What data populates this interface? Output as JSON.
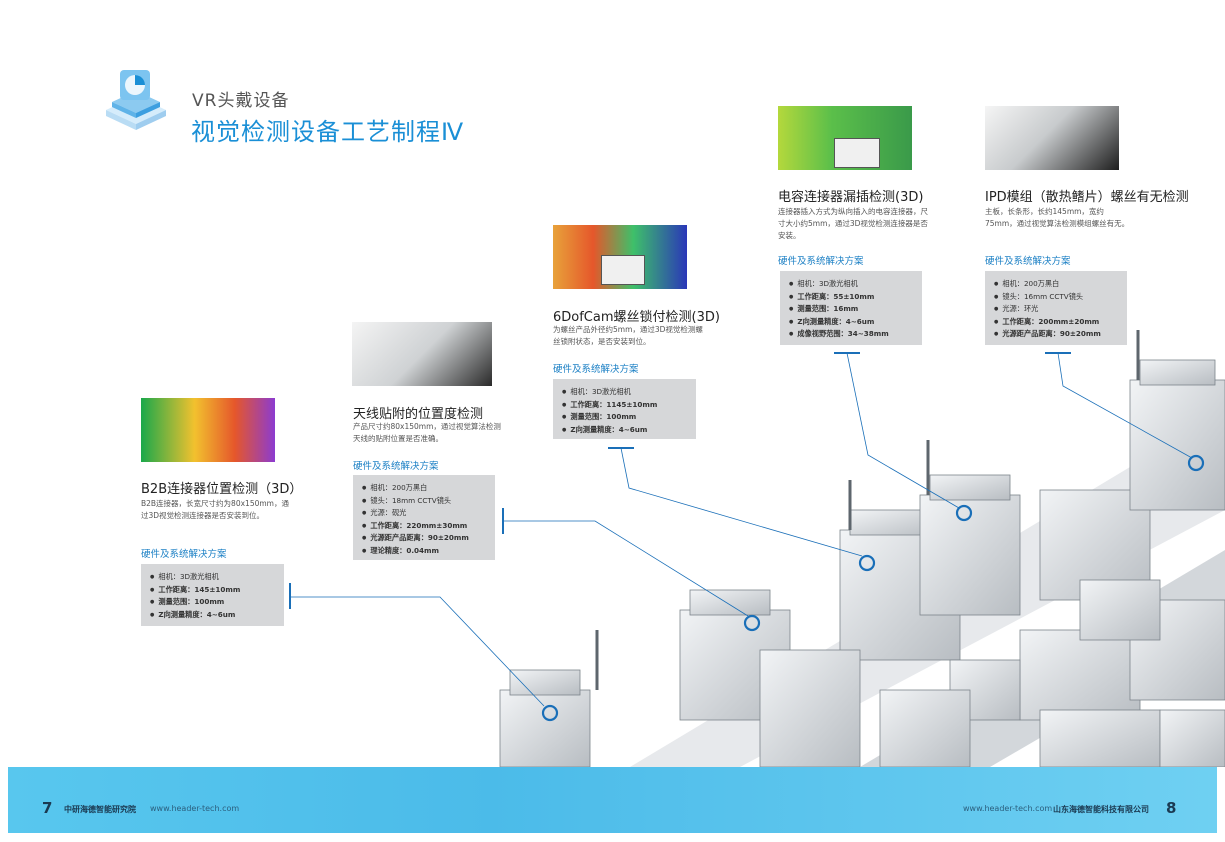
{
  "header": {
    "subtitle": "VR头戴设备",
    "title": "视觉检测设备工艺制程Ⅳ"
  },
  "blocks": [
    {
      "title": "B2B连接器位置检测（3D）",
      "desc": "B2B连接器，长宽尺寸约为80x150mm，通过3D视觉检测连接器是否安装到位。",
      "solution_label": "硬件及系统解决方案",
      "specs": [
        "相机：3D激光相机",
        "工作距离：145±10mm",
        "测量范围：100mm",
        "Z向测量精度：4~6um"
      ]
    },
    {
      "title": "天线贴附的位置度检测",
      "desc": "产品尺寸约80x150mm，通过视觉算法检测天线的贴附位置是否准确。",
      "solution_label": "硬件及系统解决方案",
      "specs": [
        "相机：200万黑白",
        "镜头：18mm CCTV镜头",
        "光源：砚光",
        "工作距离：220mm±30mm",
        "光源距产品距离：90±20mm",
        "理论精度：0.04mm"
      ]
    },
    {
      "title": "6DofCam螺丝锁付检测(3D)",
      "desc": "为螺丝产品外径约5mm，通过3D视觉检测螺丝锁附状态，是否安装到位。",
      "solution_label": "硬件及系统解决方案",
      "specs": [
        "相机：3D激光相机",
        "工作距离：1145±10mm",
        "测量范围：100mm",
        "Z向测量精度：4~6um"
      ]
    },
    {
      "title": "电容连接器漏插检测(3D)",
      "desc": "连接器插入方式为纵向插入的电容连接器，尺寸大小约5mm，通过3D视觉检测连接器是否安装。",
      "solution_label": "硬件及系统解决方案",
      "specs": [
        "相机：3D激光相机",
        "工作距离：55±10mm",
        "测量范围：16mm",
        "Z向测量精度：4~6um",
        "成像视野范围：34~38mm"
      ]
    },
    {
      "title": "IPD模组（散热鳍片）螺丝有无检测",
      "desc": "主板，长条形，长约145mm，宽约75mm，通过视觉算法检测模组螺丝有无。",
      "solution_label": "硬件及系统解决方案",
      "specs": [
        "相机：200万黑白",
        "镜头：16mm CCTV镜头",
        "光源：环光",
        "工作距离：200mm±20mm",
        "光源距产品距离：90±20mm"
      ]
    }
  ],
  "footer": {
    "left_page": "7",
    "left_org": "中研海德智能研究院",
    "left_url": "www.header-tech.com",
    "right_url": "www.header-tech.com",
    "right_org": "山东海德智能科技有限公司",
    "right_page": "8"
  },
  "colors": {
    "accent": "#1a8fd6",
    "footer": "#4bbbe9",
    "spec_bg": "#d6d7d9"
  }
}
